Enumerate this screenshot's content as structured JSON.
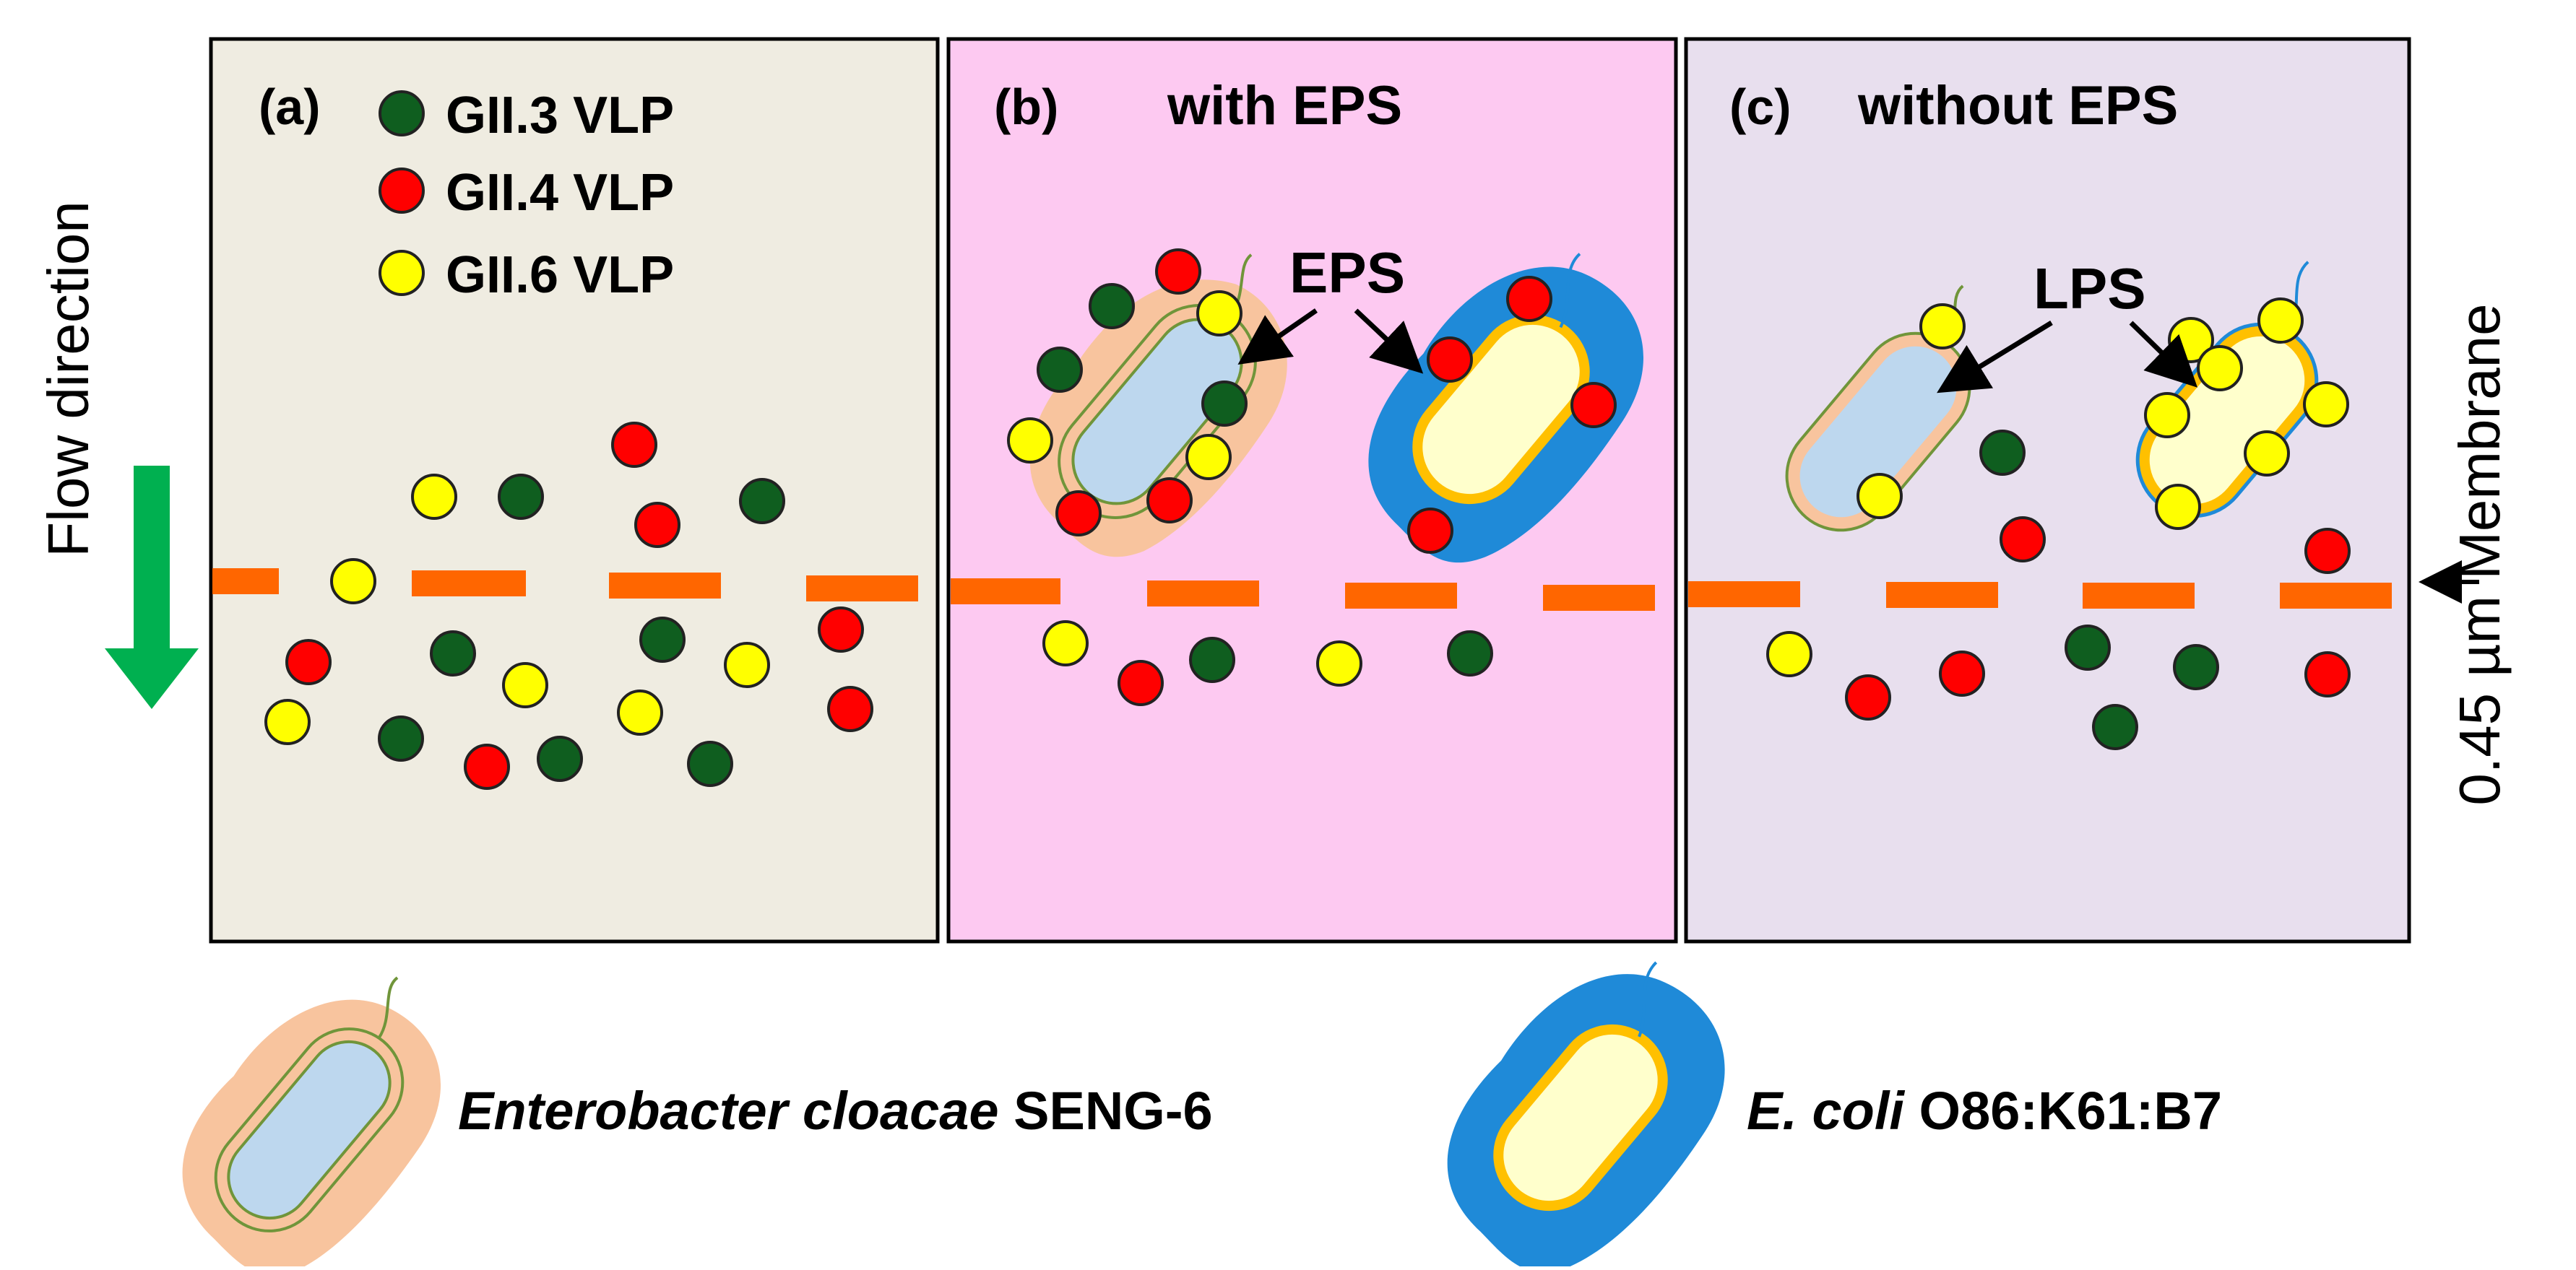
{
  "flow": {
    "label": "Flow direction",
    "arrow_color": "#00b050"
  },
  "membrane": {
    "label": "0.45 µm Membrane",
    "color": "#ff6600"
  },
  "legend": {
    "items": [
      {
        "label": "GII.3 VLP",
        "color": "#0f5e1f"
      },
      {
        "label": "GII.4 VLP",
        "color": "#ff0000"
      },
      {
        "label": "GII.6 VLP",
        "color": "#ffff00"
      }
    ]
  },
  "panels": [
    {
      "tag": "(a)",
      "title": "",
      "fill": "#efece1"
    },
    {
      "tag": "(b)",
      "title": "with EPS",
      "fill": "#fdc9f1"
    },
    {
      "tag": "(c)",
      "title": "without EPS",
      "fill": "#e8dfee"
    }
  ],
  "annotations": {
    "eps_label": "EPS",
    "lps_label": "LPS"
  },
  "bacteria_legend": {
    "enterobacter": {
      "italic": "Enterobacter cloacae",
      "regular": " SENG-6"
    },
    "ecoli": {
      "italic": "E. coli",
      "regular": " O86:K61:B7"
    }
  },
  "colors": {
    "enterobacter_capsule": "#f8c49e",
    "enterobacter_cell": "#bdd7ee",
    "enterobacter_wall": "#70953a",
    "ecoli_capsule": "#1f8ad8",
    "ecoli_cell": "#ffffcc",
    "ecoli_wall": "#ffc000",
    "vlp_outline": "#222222"
  }
}
